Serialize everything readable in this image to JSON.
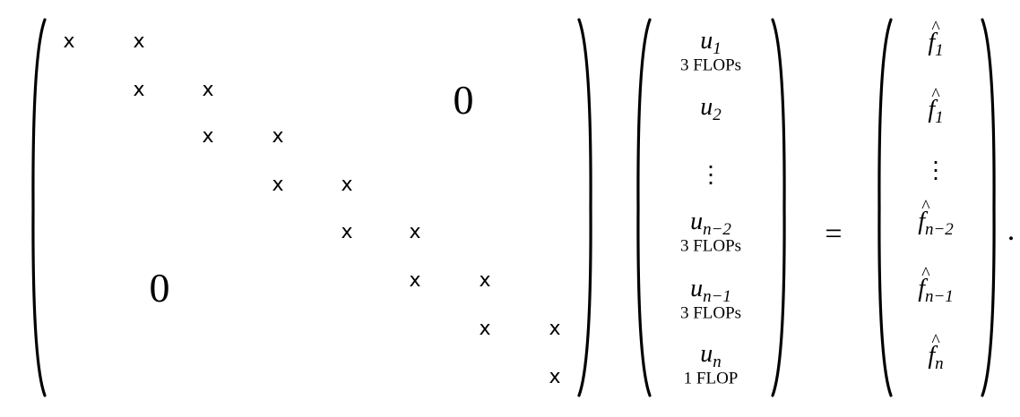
{
  "matrix": {
    "entry_symbol": "x",
    "zero_upper": "0",
    "zero_lower": "0",
    "size": 8
  },
  "unknowns": [
    {
      "var": "u",
      "sub": "1",
      "note": "3 FLOPs"
    },
    {
      "var": "u",
      "sub": "2",
      "note": ""
    },
    {
      "var": "",
      "sub": "",
      "note": "",
      "dots": "⋮"
    },
    {
      "var": "u",
      "sub": "n−2",
      "note": "3 FLOPs"
    },
    {
      "var": "u",
      "sub": "n−1",
      "note": "3 FLOPs"
    },
    {
      "var": "u",
      "sub": "n",
      "note": "1 FLOP"
    }
  ],
  "rhs": [
    {
      "var": "f",
      "sub": "1"
    },
    {
      "var": "f",
      "sub": "1"
    },
    {
      "dots": "⋮"
    },
    {
      "var": "f",
      "sub": "n−2"
    },
    {
      "var": "f",
      "sub": "n−1"
    },
    {
      "var": "f",
      "sub": "n"
    }
  ],
  "equals": "=",
  "period": "."
}
